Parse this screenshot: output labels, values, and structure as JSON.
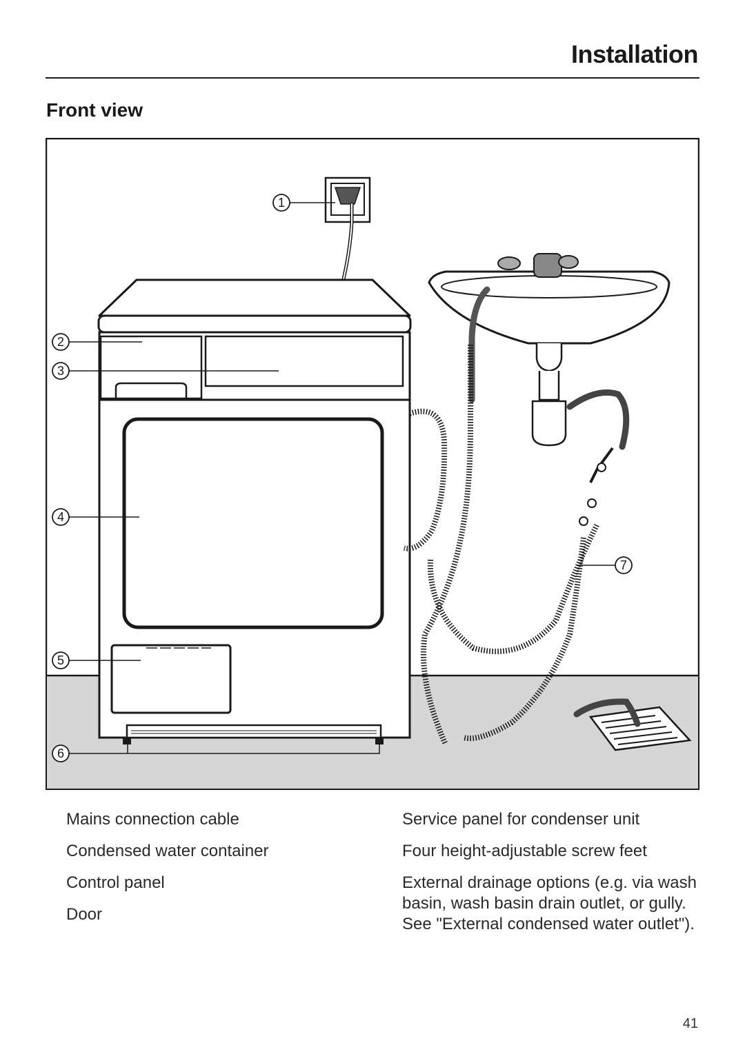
{
  "header": {
    "title": "Installation"
  },
  "section": {
    "title": "Front view"
  },
  "figure": {
    "callouts": [
      "1",
      "2",
      "3",
      "4",
      "5",
      "6",
      "7"
    ]
  },
  "legend": {
    "left": [
      "Mains connection cable",
      "Condensed water container",
      "Control panel",
      "Door"
    ],
    "right": [
      "Service panel for condenser unit",
      "Four height-adjustable screw feet",
      "External drainage options (e.g. via wash basin, wash basin drain outlet, or gully. See \"External condensed water outlet\")."
    ]
  },
  "page": {
    "number": "41"
  }
}
